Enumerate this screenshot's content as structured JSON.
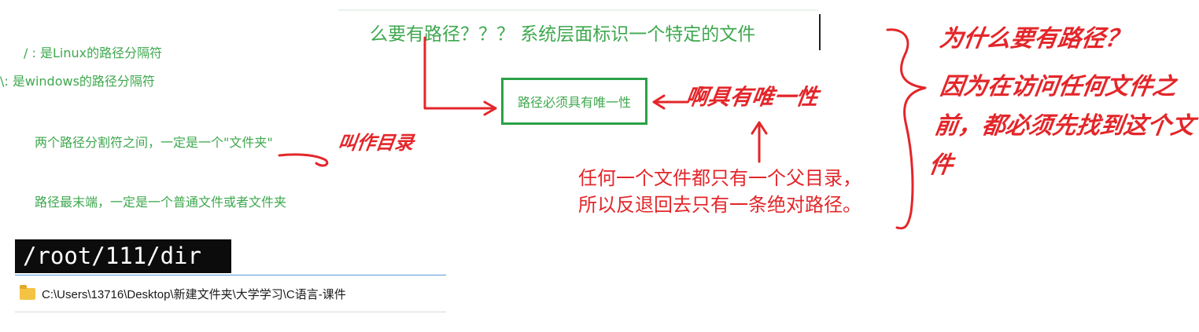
{
  "notes": {
    "linux_separator": "/ : 是Linux的路径分隔符",
    "windows_separator": "\\: 是windows的路径分隔符",
    "between_prefix": "两个路径分割符之间，一定是一个\"",
    "between_highlight": "文件夹",
    "between_suffix": "\"",
    "path_end": "路径最末端，一定是一个普通文件或者文件夹"
  },
  "heading": "么要有路径？？？ 系统层面标识一个特定的文件",
  "boxed_label": "路径必须具有唯一性",
  "annotations": {
    "directory": "叫作目录",
    "uniqueness": "啊具有唯一性",
    "why_title": "为什么要有路径？",
    "why_body": "因为在访问任何文件之前，都必须先找到这个文件",
    "parent_line1": "任何一个文件都只有一个父目录，",
    "parent_line2": "所以反退回去只有一条绝对路径。"
  },
  "terminal": {
    "path": "/root/111/dir"
  },
  "address_bar": {
    "icon": "folder-icon",
    "path": "C:\\Users\\13716\\Desktop\\新建文件夹\\大学学习\\C语言-课件"
  },
  "colors": {
    "green_text": "#3ea84e",
    "box_border": "#2aa147",
    "red_ink": "#e3262a",
    "terminal_bg": "#0c0c0c",
    "folder": "#f3c443"
  }
}
